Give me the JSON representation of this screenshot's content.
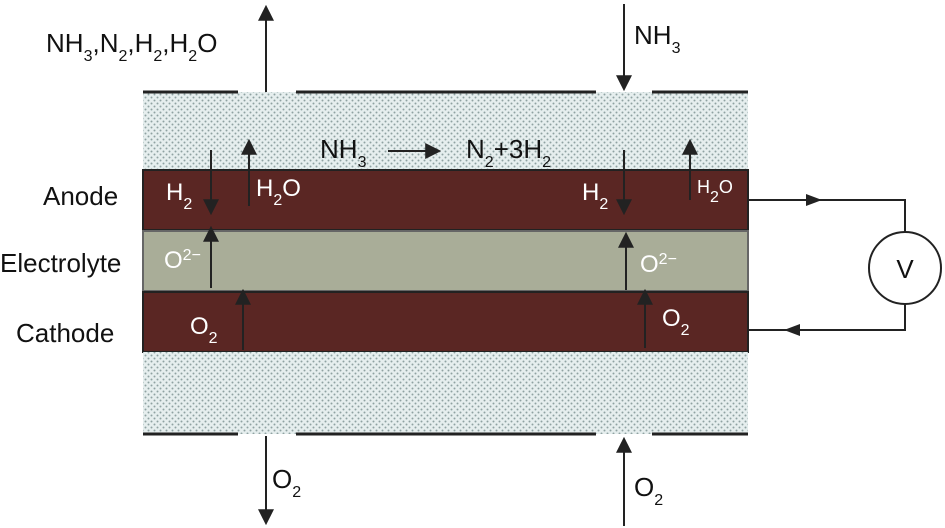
{
  "layers": {
    "anode": "Anode",
    "electrolyte": "Electrolyte",
    "cathode": "Cathode"
  },
  "flows": {
    "anode_outlet": {
      "parts": [
        "NH",
        "3",
        ",N",
        "2",
        ",H",
        "2",
        ",H",
        "2",
        "O"
      ]
    },
    "anode_inlet": {
      "parts": [
        "NH",
        "3"
      ]
    },
    "cathode_left": {
      "parts": [
        "O",
        "2"
      ]
    },
    "cathode_right": {
      "parts": [
        "O",
        "2"
      ]
    }
  },
  "reaction": {
    "lhs": [
      "NH",
      "3"
    ],
    "rhs": [
      "N",
      "2",
      "+3H",
      "2"
    ]
  },
  "species": {
    "h2_left": [
      "H",
      "2"
    ],
    "h2o_left": [
      "H",
      "2",
      "O"
    ],
    "h2_right": [
      "H",
      "2"
    ],
    "h2o_right": [
      "H",
      "2",
      "O"
    ],
    "o2minus_left": [
      "O",
      "2−"
    ],
    "o2minus_right": [
      "O",
      "2−"
    ],
    "o2_left": [
      "O",
      "2"
    ],
    "o2_right": [
      "O",
      "2"
    ]
  },
  "meter": {
    "label": "V"
  },
  "colors": {
    "anode": "#5a2623",
    "cathode": "#5a2623",
    "electrolyte": "#a9ad98",
    "porous": "#e4ecec",
    "dots": "#8fa1a1",
    "line": "#222222"
  }
}
